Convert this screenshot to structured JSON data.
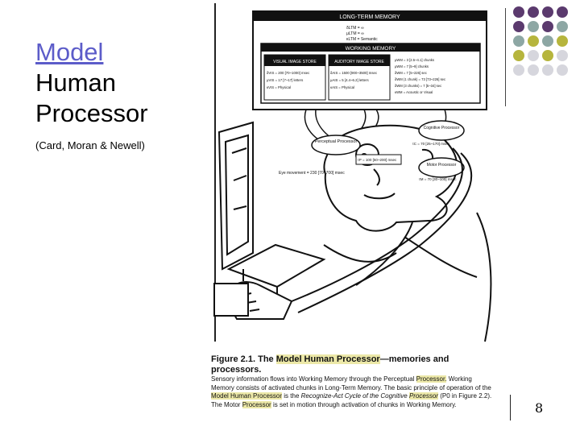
{
  "slide": {
    "title_line1": "Model",
    "title_line2": "Human",
    "title_line3": "Processor",
    "subtitle": "(Card, Moran & Newell)",
    "page_number": "8"
  },
  "colors": {
    "link": "#5c5cc9",
    "dot_purple": "#5b3a6e",
    "dot_teal": "#8da7a4",
    "dot_olive": "#b6b53d",
    "dot_gray": "#d6d6dd",
    "highlight": "#ece8a8"
  },
  "figure": {
    "ltm_header": "LONG-TERM MEMORY",
    "ltm_params": [
      "δLTM = ∞",
      "μLTM = ∞",
      "κLTM = Semantic"
    ],
    "wm_header": "WORKING MEMORY",
    "vis_store": "VISUAL IMAGE STORE",
    "aud_store": "AUDITORY IMAGE STORE",
    "vis_params": [
      "δVIS = 200 [70~1000] msec",
      "μVIS = 17 [7~17] letters",
      "κVIS = Physical"
    ],
    "aud_params": [
      "δAIS = 1500 [900~3500] msec",
      "μAIS = 5 [4.4~6.2] letters",
      "κAIS = Physical"
    ],
    "wm_params": [
      "μWM = 3 [2.5~4.1] chunks",
      "μWM = 7 [5~9] chunks",
      "δWM = 7 [5~226] sec",
      "δWM (1 chunk) = 73 [73~226] sec",
      "δWM (3 chunks) = 7 [5~34] sec",
      "κWM = Acoustic or Visual"
    ],
    "perceptual": "Perceptual Processor",
    "perceptual_t": "τP = 100 [50~200] msec",
    "cognitive": "Cognitive Processor",
    "cognitive_t": "τC = 70 [25~170] msec",
    "motor": "Motor Processor",
    "motor_t": "τM = 70 [30~100] msec",
    "eye": "Eye movement = 230 [70~700] msec"
  },
  "caption": {
    "fig_label": "Figure 2.1.",
    "head_the": "The",
    "head_hl": "Model Human Processor",
    "head_rest": "—memories and processors.",
    "s1_a": "Sensory information flows into Working Memory through the Perceptual",
    "s1_hl": "Processor.",
    "s2": "Working Memory consists of activated chunks in Long-Term Memory. The basic principle of operation of the",
    "s2_hl": "Model Human Processor",
    "s2_b": "is the",
    "s2_it": "Recognize-Act Cycle of the Cognitive",
    "s2_it_hl": "Processor",
    "s2_c": "(P0 in Figure 2.2). The Motor",
    "s2_hl2": "Processor",
    "s2_d": "is set in motion through activation of chunks in Working Memory."
  }
}
